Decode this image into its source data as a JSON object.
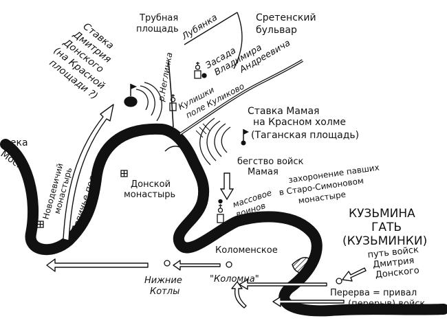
{
  "map": {
    "labels": {
      "stavka_dmitriya": [
        "Ставка",
        "Дмитрия",
        "Донского",
        "(на Красной",
        "площади ?)"
      ],
      "trubnaya": [
        "Трубная",
        "площадь"
      ],
      "lubyanka": "Лубянка",
      "sretensky": [
        "Сретенский",
        "бульвар"
      ],
      "zasada": [
        "Засада",
        "Владимира",
        "Андреевича"
      ],
      "neglinka": "р.Неглинка",
      "kulishki": [
        "Кулишки",
        "поле Куликово"
      ],
      "stavka_mamaya": [
        "Ставка Мамая",
        "на Красном холме",
        "(Таганская площадь)"
      ],
      "begstvo": [
        "бегство войск",
        "Мамая"
      ],
      "reka_moskva": [
        "река",
        "Москва"
      ],
      "novodevichy": [
        "Новодевичий",
        "монастырь"
      ],
      "devichye_pole": "Девичье поле",
      "donskoy": [
        "Донской",
        "монастырь"
      ],
      "massovoe": [
        "массовое",
        "воинов"
      ],
      "zakhoronenie": [
        "захоронение павших",
        "в Старо-Симоновом",
        "монастыре"
      ],
      "kuzmina": [
        "КУЗЬМИНА",
        "ГАТЬ",
        "(КУЗЬМИНКИ)"
      ],
      "kolomenskoe": "Коломенское",
      "kolomna": "\"Коломна\"",
      "nizhnie_kotly": [
        "Нижние",
        "Котлы"
      ],
      "put_voysk": [
        "путь войск",
        "Дмитрия",
        "Донского"
      ],
      "pererva": [
        "Перерва = привал",
        "(перерыв) войск"
      ]
    },
    "colors": {
      "ink": "#111111",
      "paper": "#ffffff"
    },
    "icons": [
      "flag-icon",
      "church-icon",
      "monastery-icon",
      "village-circle-icon"
    ]
  }
}
